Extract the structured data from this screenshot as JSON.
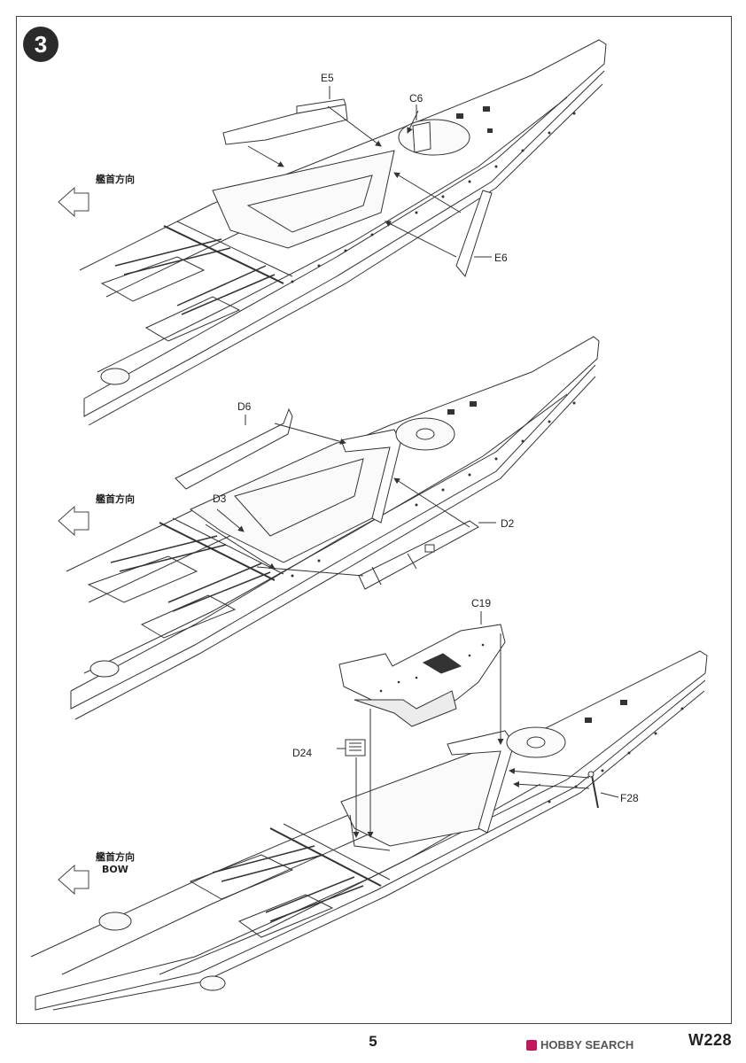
{
  "step": {
    "number": "3"
  },
  "bow_direction": {
    "jp": "艦首方向",
    "en": "BOW"
  },
  "sub_a": {
    "parts": {
      "e5": "E5",
      "c6": "C6",
      "e6": "E6"
    }
  },
  "sub_b": {
    "parts": {
      "d6": "D6",
      "d3": "D3",
      "d2": "D2"
    }
  },
  "sub_c": {
    "parts": {
      "c19": "C19",
      "d24": "D24",
      "f28": "F28"
    }
  },
  "footer": {
    "page_number": "5",
    "model_code": "W228",
    "watermark": "HOBBY SEARCH"
  },
  "colors": {
    "line": "#333333",
    "shade": "#e6e6e6",
    "badge": "#2b2b2b"
  }
}
